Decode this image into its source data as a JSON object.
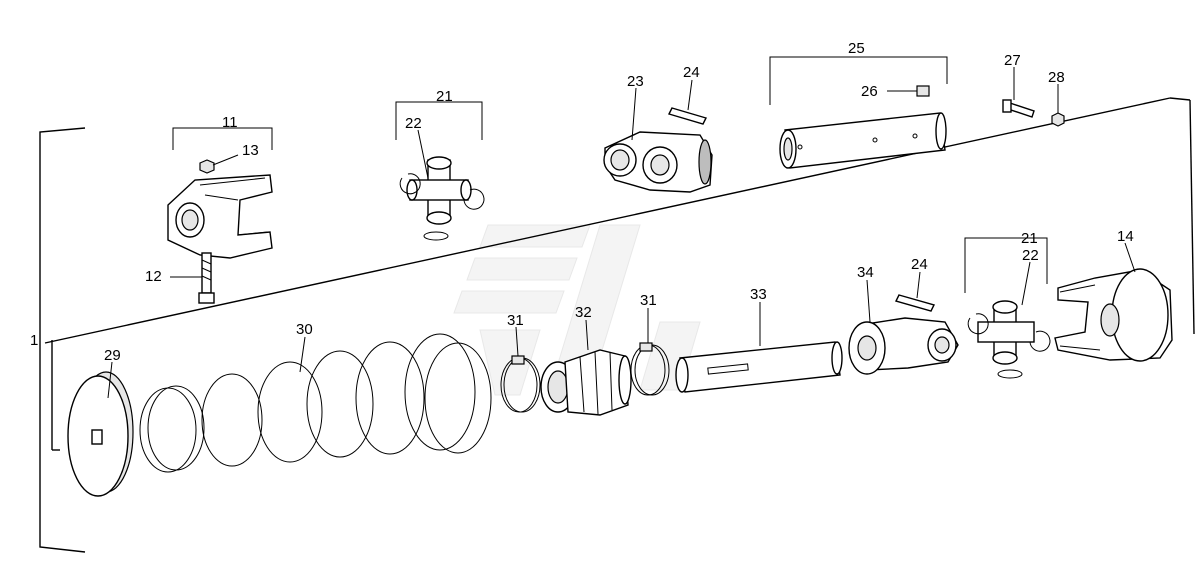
{
  "diagram": {
    "callouts": {
      "c1": "1",
      "c11": "11",
      "c12": "12",
      "c13": "13",
      "c14": "14",
      "c21a": "21",
      "c21b": "21",
      "c22a": "22",
      "c22b": "22",
      "c23": "23",
      "c24a": "24",
      "c24b": "24",
      "c25": "25",
      "c26": "26",
      "c27": "27",
      "c28": "28",
      "c29": "29",
      "c30": "30",
      "c31a": "31",
      "c31b": "31",
      "c32": "32",
      "c33": "33",
      "c34": "34"
    }
  }
}
